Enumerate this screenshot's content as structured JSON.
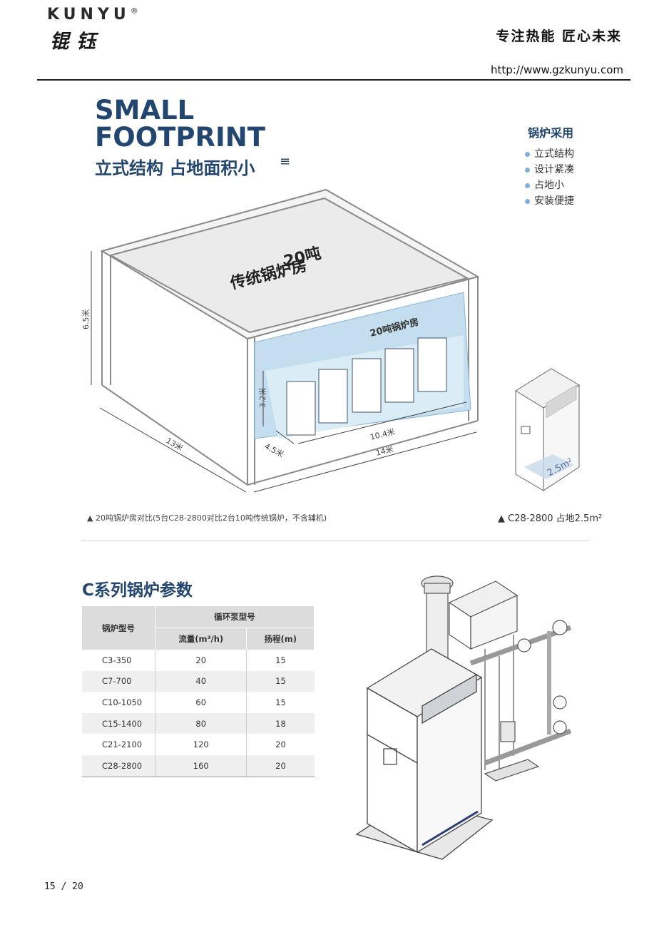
{
  "header": {
    "logo_en": "KUNYU",
    "logo_reg": "®",
    "logo_cn": "锟钰",
    "slogan": "专注热能 匠心未来",
    "url": "http://www.gzkunyu.com"
  },
  "section1": {
    "title_en_line1": "SMALL",
    "title_en_line2": "FOOTPRINT",
    "title_cn": "立式结构 占地面积小",
    "title_mark": "≡",
    "features_title": "锅炉采用",
    "features": [
      "立式结构",
      "设计紧凑",
      "占地小",
      "安装便捷"
    ],
    "diagram": {
      "room_label_line1": "20吨",
      "room_label_line2": "传统锅炉房",
      "inner_label": "20吨锅炉房",
      "dim_height": "6.5米",
      "dim_inner_height": "3.2米",
      "dim_depth": "13米",
      "dim_inner_depth": "4.5米",
      "dim_inner_width": "10.4米",
      "dim_width": "14米",
      "unit_area": "2.5m²"
    },
    "caption_left": "▲ 20吨锅炉房对比(5台C28-2800对比2台10吨传统锅炉，不含辅机)",
    "caption_right": "▲ C28-2800 占地2.5m²"
  },
  "section2": {
    "title": "C系列锅炉参数",
    "table": {
      "header_model": "锅炉型号",
      "header_group": "循环泵型号",
      "header_flow": "流量(m³/h)",
      "header_head": "扬程(m)",
      "rows": [
        {
          "model": "C3-350",
          "flow": "20",
          "head": "15"
        },
        {
          "model": "C7-700",
          "flow": "40",
          "head": "15"
        },
        {
          "model": "C10-1050",
          "flow": "60",
          "head": "15"
        },
        {
          "model": "C15-1400",
          "flow": "80",
          "head": "18"
        },
        {
          "model": "C21-2100",
          "flow": "120",
          "head": "20"
        },
        {
          "model": "C28-2800",
          "flow": "160",
          "head": "20"
        }
      ]
    }
  },
  "footer": {
    "page_number": "15 / 20"
  },
  "colors": {
    "title_blue": "#22466f",
    "bullet_blue": "#7fb1dd",
    "table_header_gray": "#dcdcdc",
    "table_alt_row": "#efefef"
  }
}
